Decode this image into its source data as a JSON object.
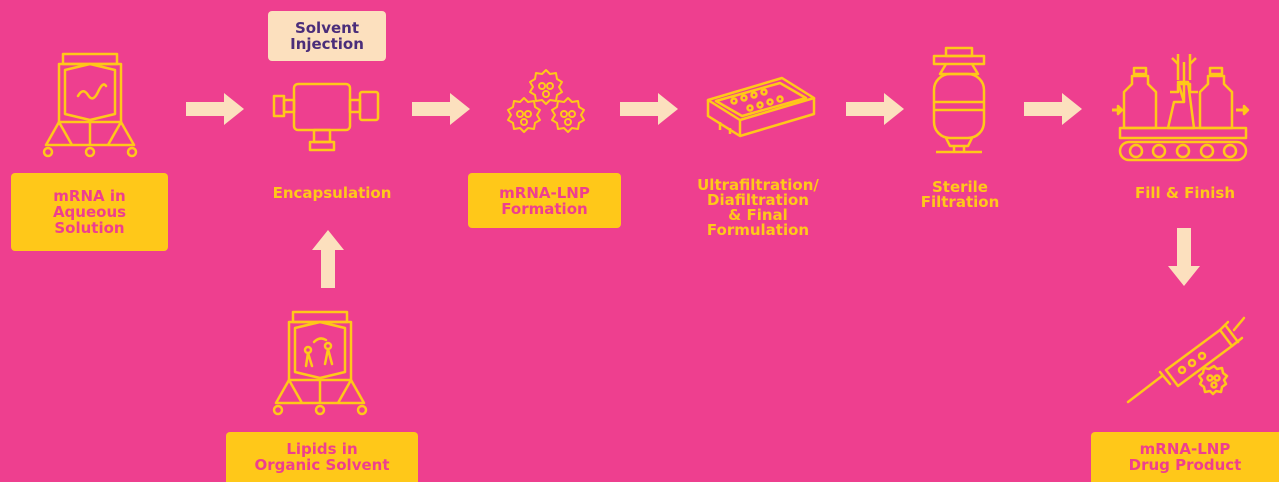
{
  "colors": {
    "background": "#EE3F8F",
    "accent_yellow": "#FFC819",
    "arrow_peach": "#FCE0BE",
    "badge_text_purple": "#4A2D7A"
  },
  "steps": {
    "mrna_solution": {
      "label": "mRNA in\nAqueous\nSolution",
      "icon": "bioreactor-mrna-icon"
    },
    "solvent_injection": {
      "label": "Solvent\nInjection"
    },
    "encapsulation": {
      "label": "Encapsulation",
      "icon": "mixing-tee-icon"
    },
    "lnp_formation": {
      "label": "mRNA-LNP\nFormation",
      "icon": "lipid-nanoparticles-icon"
    },
    "uf_df": {
      "label": "Ultrafiltration/\nDiafiltration\n& Final\nFormulation",
      "icon": "filtration-cassette-icon"
    },
    "sterile_filtration": {
      "label": "Sterile\nFiltration",
      "icon": "capsule-filter-icon"
    },
    "fill_finish": {
      "label": "Fill & Finish",
      "icon": "vial-filling-line-icon"
    },
    "lipids_solvent": {
      "label": "Lipids in\nOrganic Solvent",
      "icon": "bioreactor-lipids-icon"
    },
    "drug_product": {
      "label": "mRNA-LNP\nDrug Product",
      "icon": "syringe-icon"
    }
  }
}
